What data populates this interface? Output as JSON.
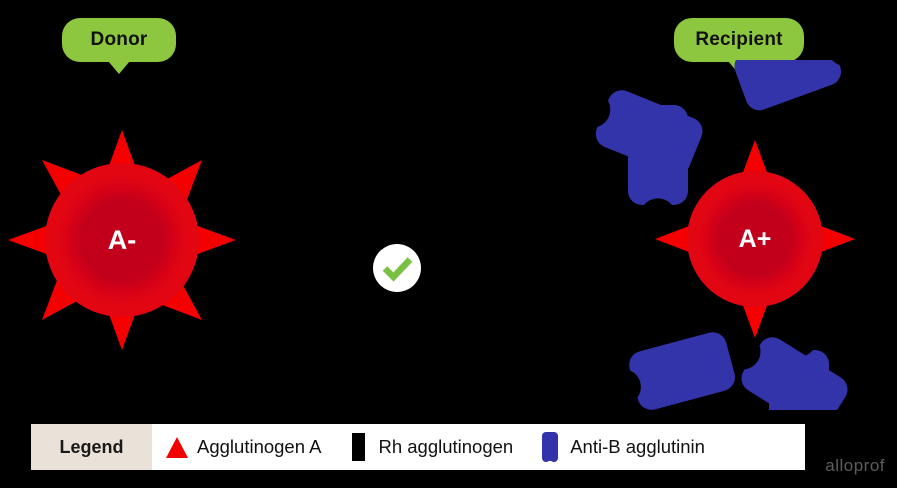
{
  "diagram": {
    "title": "Blood transfusion compatibility: A- donor to A+ recipient",
    "background_color": "#000000"
  },
  "labels": {
    "donor": "Donor",
    "recipient": "Recipient",
    "bubble_color": "#8DC63F",
    "bubble_text_color": "#111111"
  },
  "donor": {
    "blood_type": "A-",
    "cell_outer_color": "#E20613",
    "cell_inner_color": "#C2001B",
    "agglutinogen_color": "#F40000",
    "agglutinogen_count": 8,
    "rh_agglutinogen_count": 0,
    "antibody_count": 0
  },
  "recipient": {
    "blood_type": "A+",
    "cell_outer_color": "#E20613",
    "cell_inner_color": "#C2001B",
    "agglutinogen_color": "#F40000",
    "agglutinogen_count": 4,
    "rh_agglutinogen_count": 0,
    "antibody_color": "#3333AA",
    "antibody_count": 6
  },
  "compatibility": {
    "status": "compatible",
    "icon": "check-circle-icon",
    "circle_color": "#FFFFFF",
    "check_color": "#7AC143"
  },
  "legend": {
    "title": "Legend",
    "title_background": "#EAE1D8",
    "background": "#FFFFFF",
    "items": [
      {
        "icon": "triangle-icon",
        "label": "Agglutinogen A",
        "color": "#F40000"
      },
      {
        "icon": "rectangle-icon",
        "label": "Rh agglutinogen",
        "color": "#000000"
      },
      {
        "icon": "antibody-icon",
        "label": "Anti-B agglutinin",
        "color": "#3333AA"
      }
    ]
  },
  "watermark": {
    "text": "alloprof",
    "color": "#6E6E6E"
  }
}
